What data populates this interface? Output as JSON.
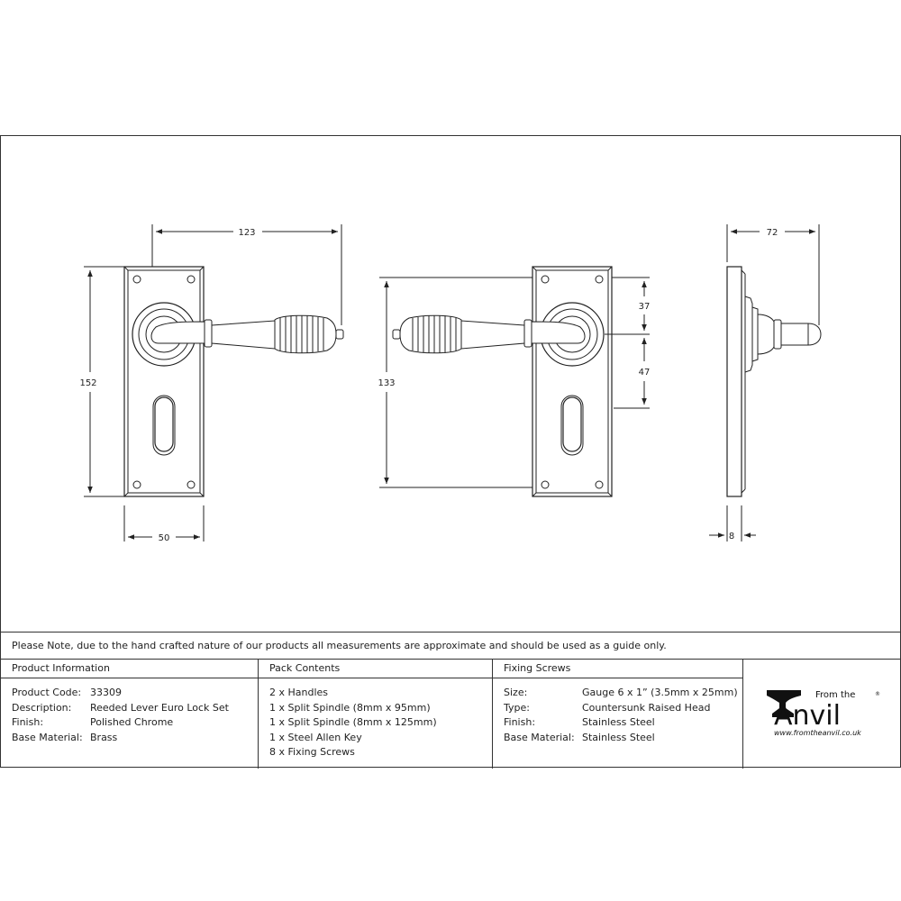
{
  "dimensions": {
    "front_width": "123",
    "front_height": "152",
    "plate_width": "50",
    "side_height": "133",
    "spindle_top": "37",
    "spindle_to_lock": "47",
    "projection": "72",
    "plate_thickness": "8"
  },
  "note": "Please Note, due to the hand crafted nature of our products all measurements are approximate and should be used as a guide only.",
  "product_info": {
    "heading": "Product Information",
    "rows": [
      {
        "key": "Product Code:",
        "value": "33309"
      },
      {
        "key": "Description:",
        "value": "Reeded Lever Euro Lock Set"
      },
      {
        "key": "Finish:",
        "value": "Polished Chrome"
      },
      {
        "key": "Base Material:",
        "value": "Brass"
      }
    ]
  },
  "pack_contents": {
    "heading": "Pack Contents",
    "items": [
      "2 x Handles",
      "1 x Split Spindle (8mm x 95mm)",
      "1 x Split Spindle (8mm x 125mm)",
      "1 x Steel Allen Key",
      "8 x Fixing Screws"
    ]
  },
  "fixing_screws": {
    "heading": "Fixing Screws",
    "rows": [
      {
        "key": "Size:",
        "value": "Gauge 6 x 1” (3.5mm x 25mm)"
      },
      {
        "key": "Type:",
        "value": "Countersunk Raised Head"
      },
      {
        "key": "Finish:",
        "value": "Stainless Steel"
      },
      {
        "key": "Base Material:",
        "value": "Stainless Steel"
      }
    ]
  },
  "logo": {
    "from_the": "From the",
    "brand": "Anvil",
    "registered": "®",
    "url": "www.fromtheanvil.co.uk"
  }
}
